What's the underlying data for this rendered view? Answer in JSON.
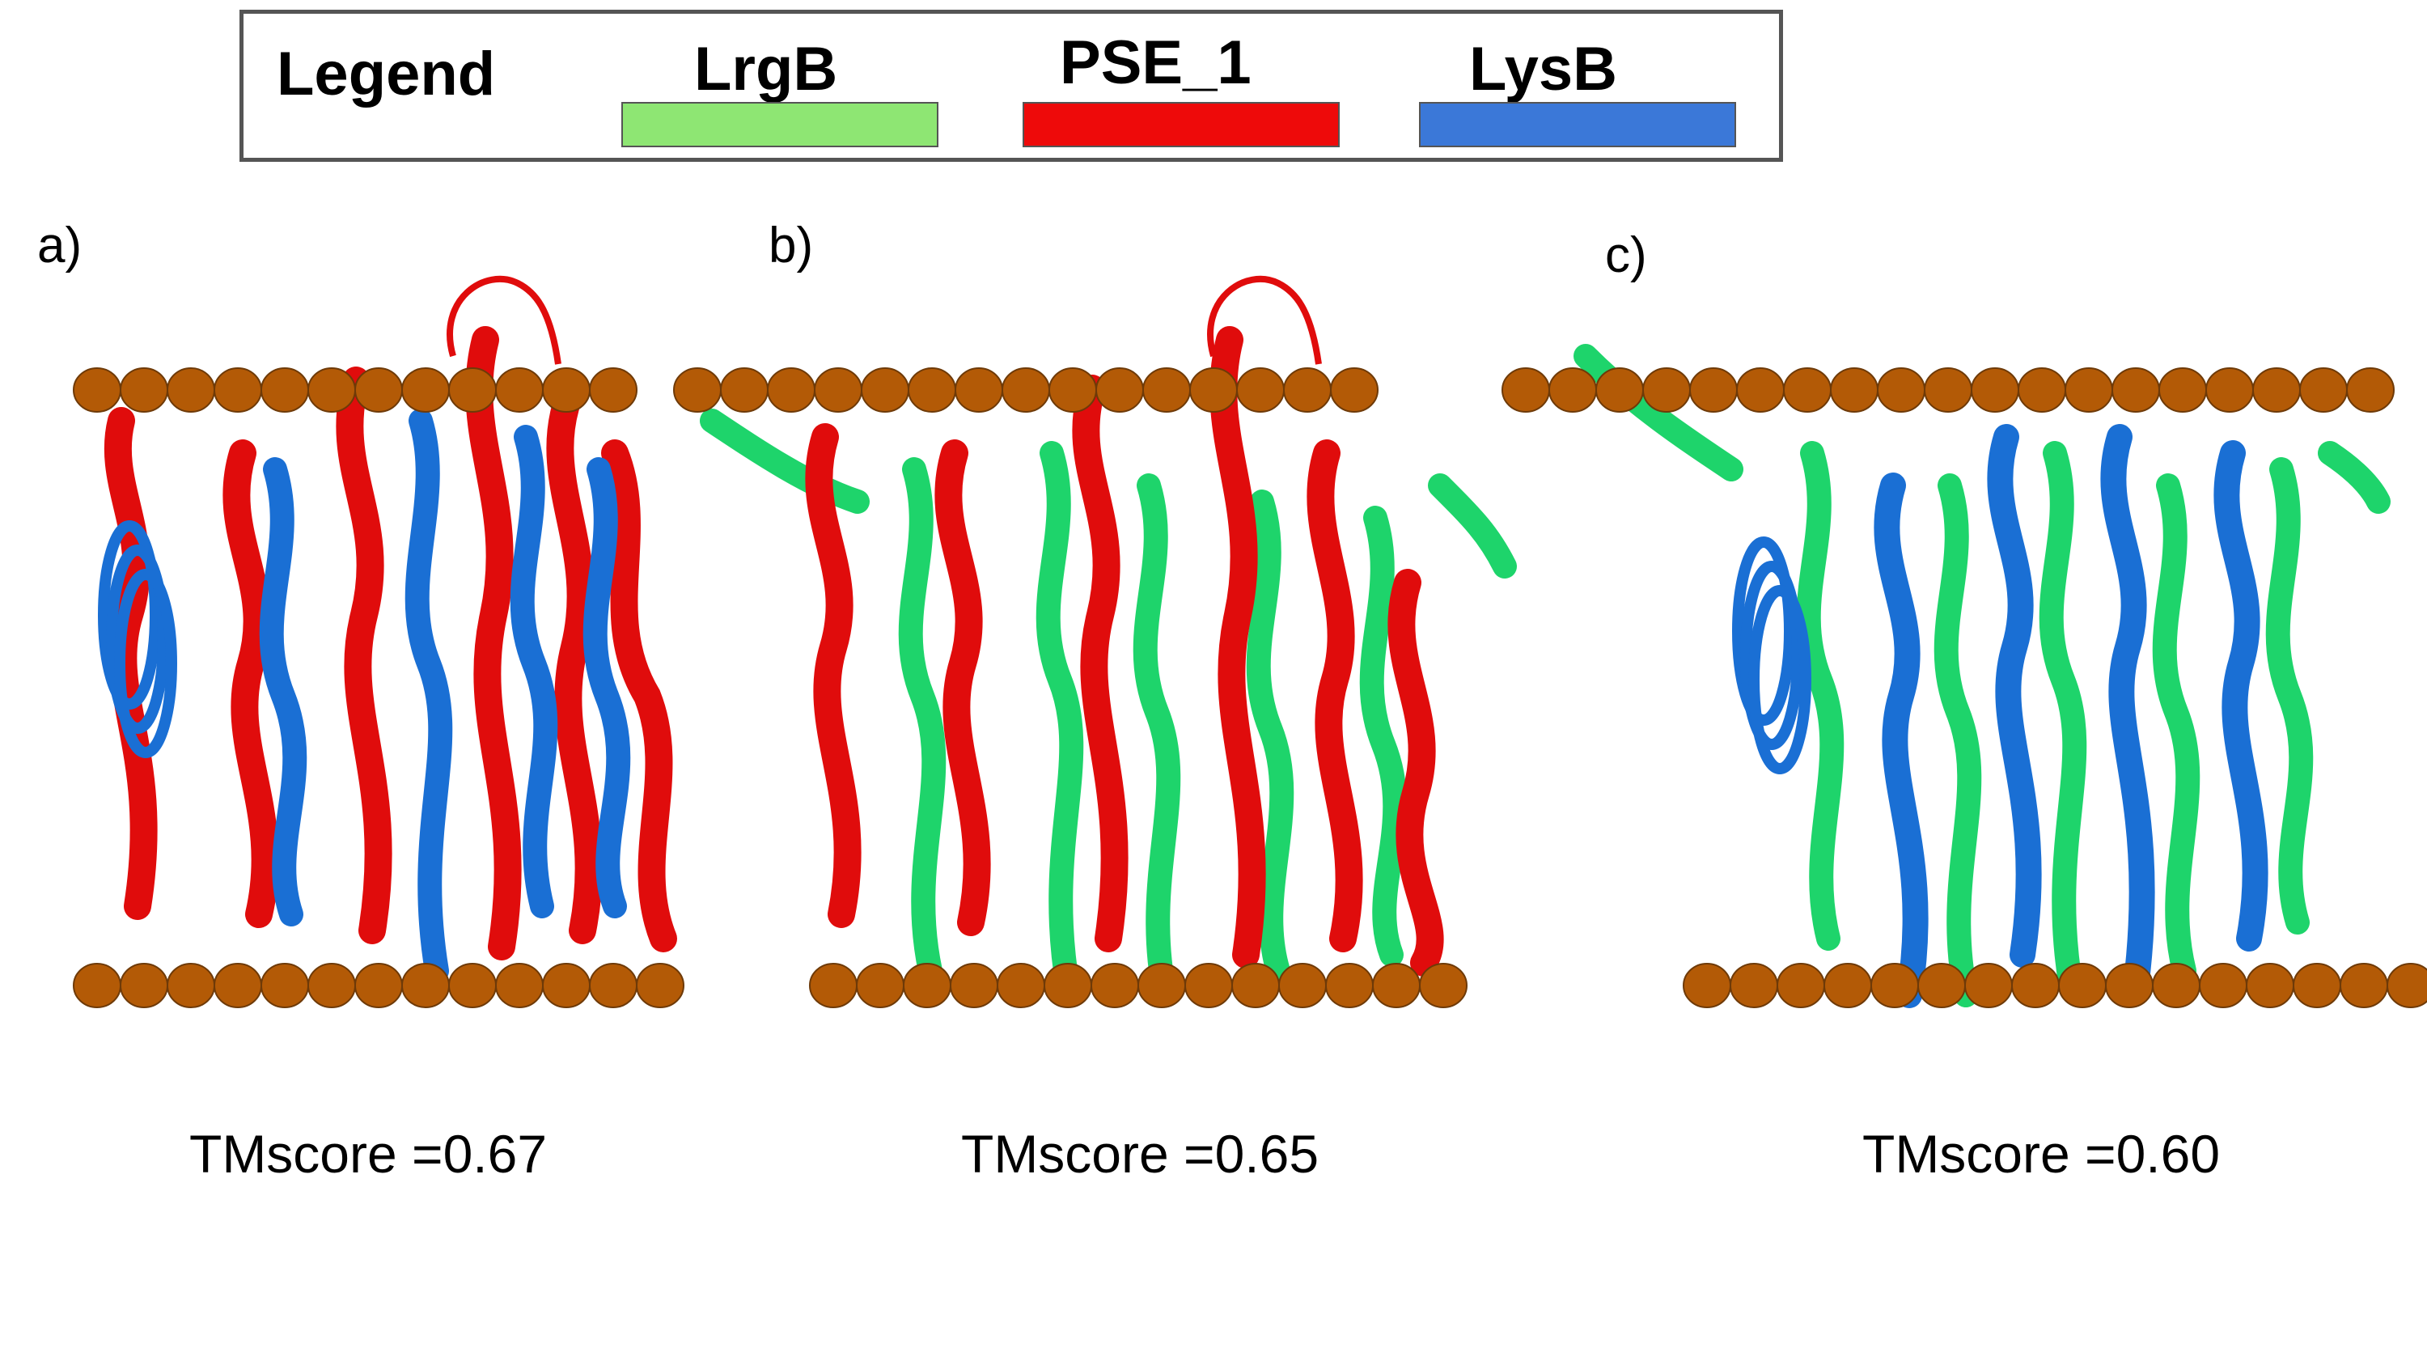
{
  "legend": {
    "title": "Legend",
    "entries": [
      {
        "label": "LrgB",
        "color": "#8ee673"
      },
      {
        "label": "PSE_1",
        "color": "#ee0a0a"
      },
      {
        "label": "LysB",
        "color": "#3b78d8"
      }
    ]
  },
  "membrane_color": "#b35a06",
  "panels": [
    {
      "label": "a)",
      "score": "TMscore =0.67",
      "proteins": [
        "PSE_1",
        "LysB"
      ]
    },
    {
      "label": "b)",
      "score": "TMscore =0.65",
      "proteins": [
        "PSE_1",
        "LrgB"
      ]
    },
    {
      "label": "c)",
      "score": "TMscore =0.60",
      "proteins": [
        "LysB",
        "LrgB"
      ]
    }
  ]
}
